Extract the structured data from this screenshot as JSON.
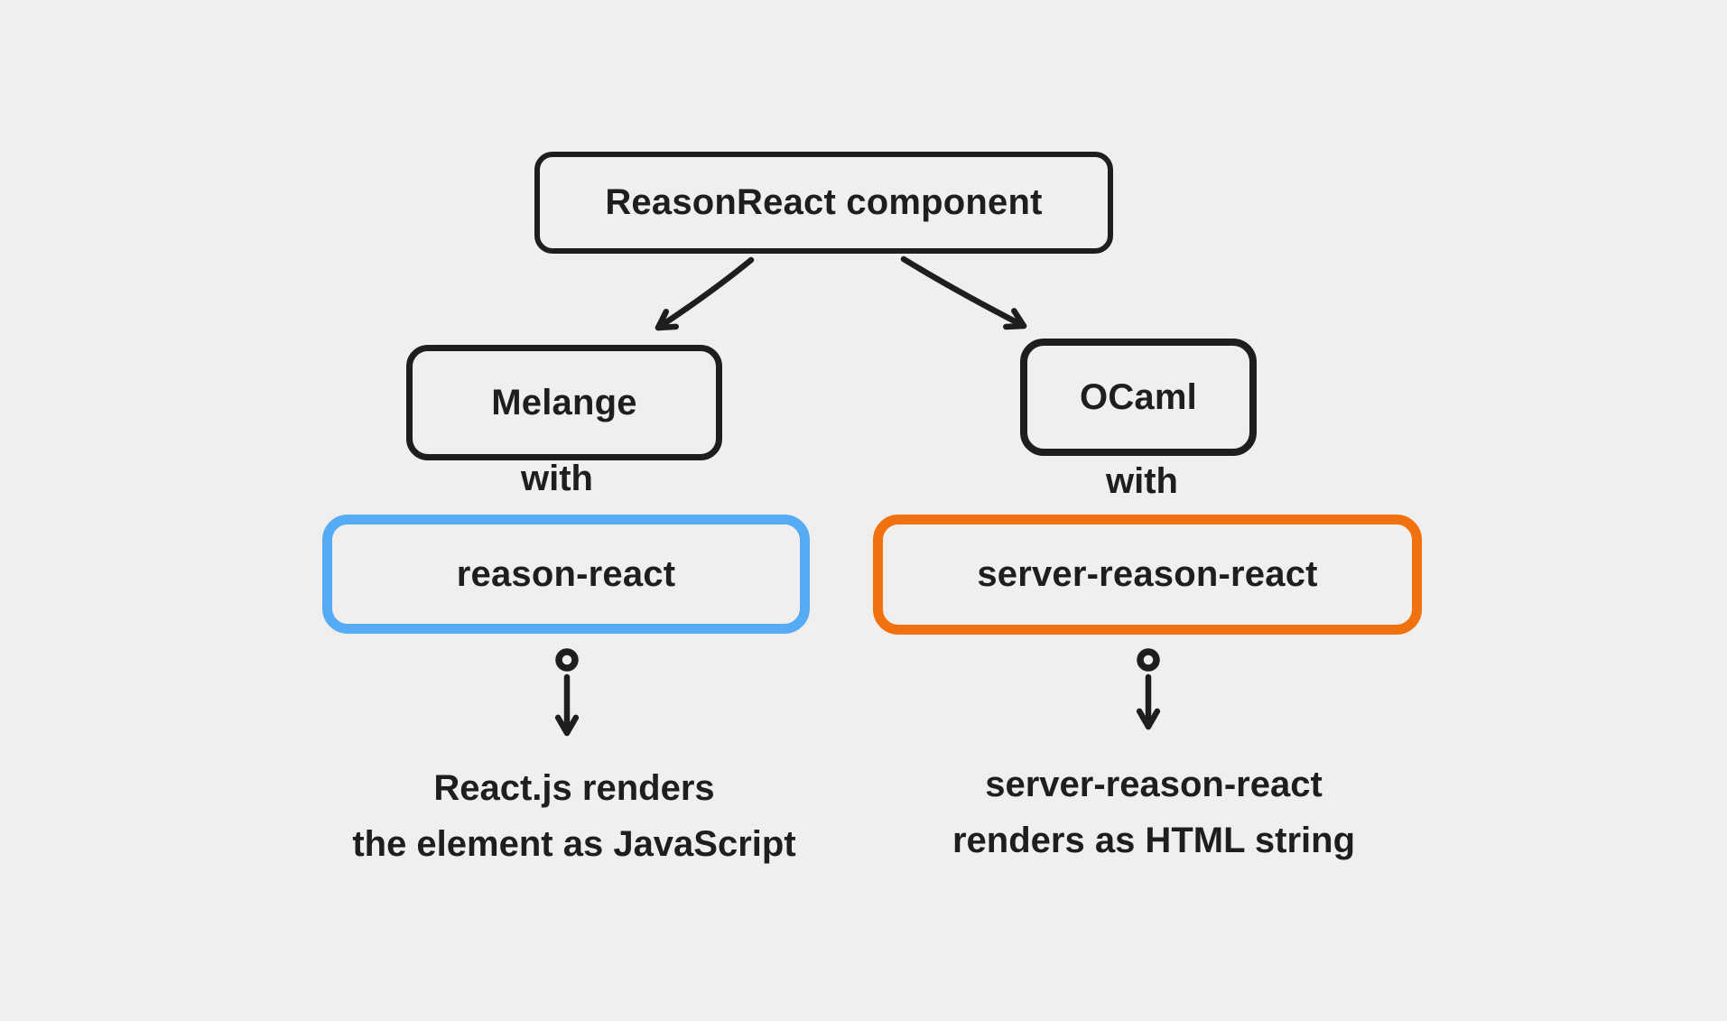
{
  "canvas": {
    "background": "#f0efee",
    "ink": "#1e1e1e"
  },
  "nodes": {
    "root": {
      "label": "ReasonReact component"
    },
    "melange": {
      "label": "Melange"
    },
    "ocaml": {
      "label": "OCaml"
    },
    "reason_react": {
      "label": "reason-react",
      "border_color": "#55abf4"
    },
    "server_reason_react": {
      "label": "server-reason-react",
      "border_color": "#f0710d"
    }
  },
  "labels": {
    "with_left": "with",
    "with_right": "with"
  },
  "captions": {
    "left": {
      "line1": "React.js renders",
      "line2": "the element as JavaScript"
    },
    "right": {
      "line1": "server-reason-react",
      "line2": "renders as HTML string"
    }
  }
}
